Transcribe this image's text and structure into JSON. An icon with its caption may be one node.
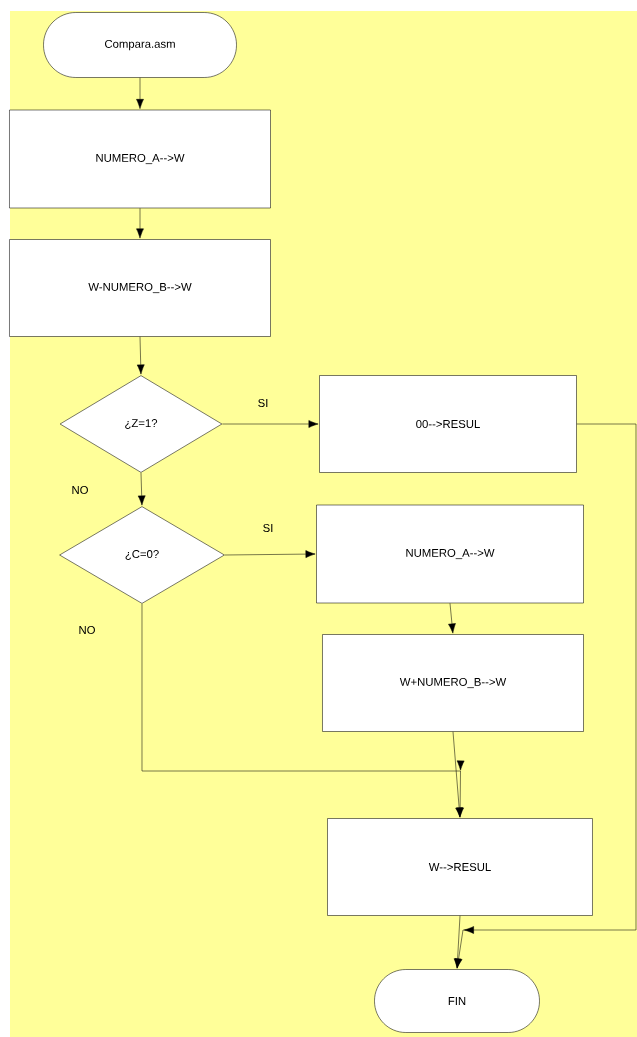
{
  "diagram": {
    "nodes": [
      {
        "text": [
          "Compara.asm"
        ]
      },
      {
        "text": [
          "NUMERO_A-->W"
        ]
      },
      {
        "text": [
          "W-NUMERO_B-->W"
        ]
      },
      {
        "text": [
          "¿Z=1?"
        ]
      },
      {
        "text": [
          "00-->RESUL"
        ]
      },
      {
        "text": [
          "¿C=0?"
        ]
      },
      {
        "text": [
          "NUMERO_A-->W"
        ]
      },
      {
        "text": [
          "W+NUMERO_B-->W"
        ]
      },
      {
        "text": [
          "W-->RESUL"
        ]
      },
      {
        "text": [
          "FIN"
        ]
      }
    ],
    "edges": [
      {
        "from": 0,
        "to": 1,
        "arrow": "to"
      },
      {
        "from": 1,
        "to": 2,
        "arrow": "to"
      },
      {
        "from": 2,
        "to": 3,
        "arrow": "to"
      },
      {
        "from": 3,
        "to": 4,
        "arrow": "to",
        "label": "SI"
      },
      {
        "from": 3,
        "to": 5,
        "arrow": "to",
        "label": "NO"
      },
      {
        "from": 5,
        "to": 6,
        "arrow": "to",
        "label": "SI"
      },
      {
        "from": 6,
        "to": 7,
        "arrow": "to"
      },
      {
        "from": 7,
        "to": 8,
        "arrow": "to"
      },
      {
        "from": 5,
        "to": 8,
        "arrow": "to",
        "label": "NO"
      },
      {
        "from": 8,
        "to": 9,
        "arrow": "to"
      },
      {
        "from": 4,
        "to": 9,
        "arrow": "to"
      }
    ]
  }
}
